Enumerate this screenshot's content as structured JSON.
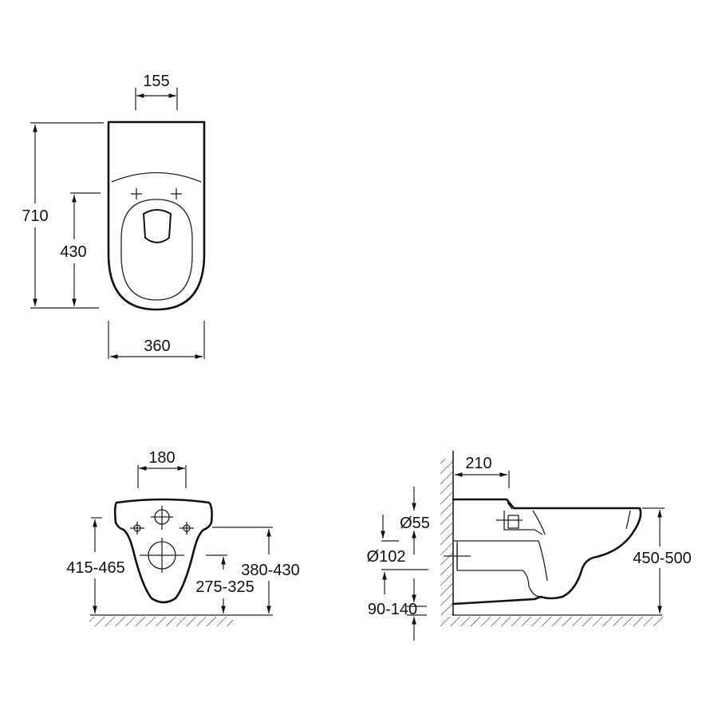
{
  "top_view": {
    "width_tank": "155",
    "length_total": "710",
    "length_seat": "430",
    "width_total": "360"
  },
  "front_view": {
    "fixing_spacing": "180",
    "height_fixing": "415-465",
    "height_top": "380-430",
    "height_outlet": "275-325"
  },
  "side_view": {
    "depth_inlet": "210",
    "inlet_diameter": "Ø55",
    "outlet_diameter": "Ø102",
    "outlet_height": "90-140",
    "rim_height": "450-500"
  }
}
